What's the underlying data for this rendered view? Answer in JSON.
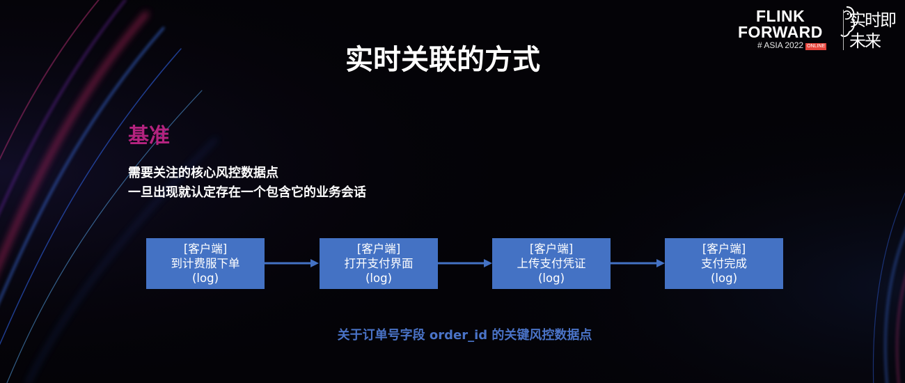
{
  "logo": {
    "line1": "FLINK",
    "line2": "FORWARD",
    "edition": "# ASIA 2022",
    "badge": "ONLINE",
    "slogan": "实时即未来"
  },
  "slide": {
    "title": "实时关联的方式",
    "section_heading": "基准",
    "description": [
      "需要关注的核心风控数据点",
      "一旦出现就认定存在一个包含它的业务会话"
    ],
    "caption": "关于订单号字段 order_id 的关键风控数据点"
  },
  "flow": {
    "steps": [
      {
        "source": "[客户端]",
        "event": "到计费服下单",
        "kind": "(log)"
      },
      {
        "source": "[客户端]",
        "event": "打开支付界面",
        "kind": "(log)"
      },
      {
        "source": "[客户端]",
        "event": "上传支付凭证",
        "kind": "(log)"
      },
      {
        "source": "[客户端]",
        "event": "支付完成",
        "kind": "(log)"
      }
    ]
  },
  "colors": {
    "background": "#040307",
    "title": "#ffffff",
    "heading_accent": "#b4237f",
    "box_fill": "#4472c4",
    "arrow": "#4472c4",
    "caption": "#4a73c7"
  }
}
